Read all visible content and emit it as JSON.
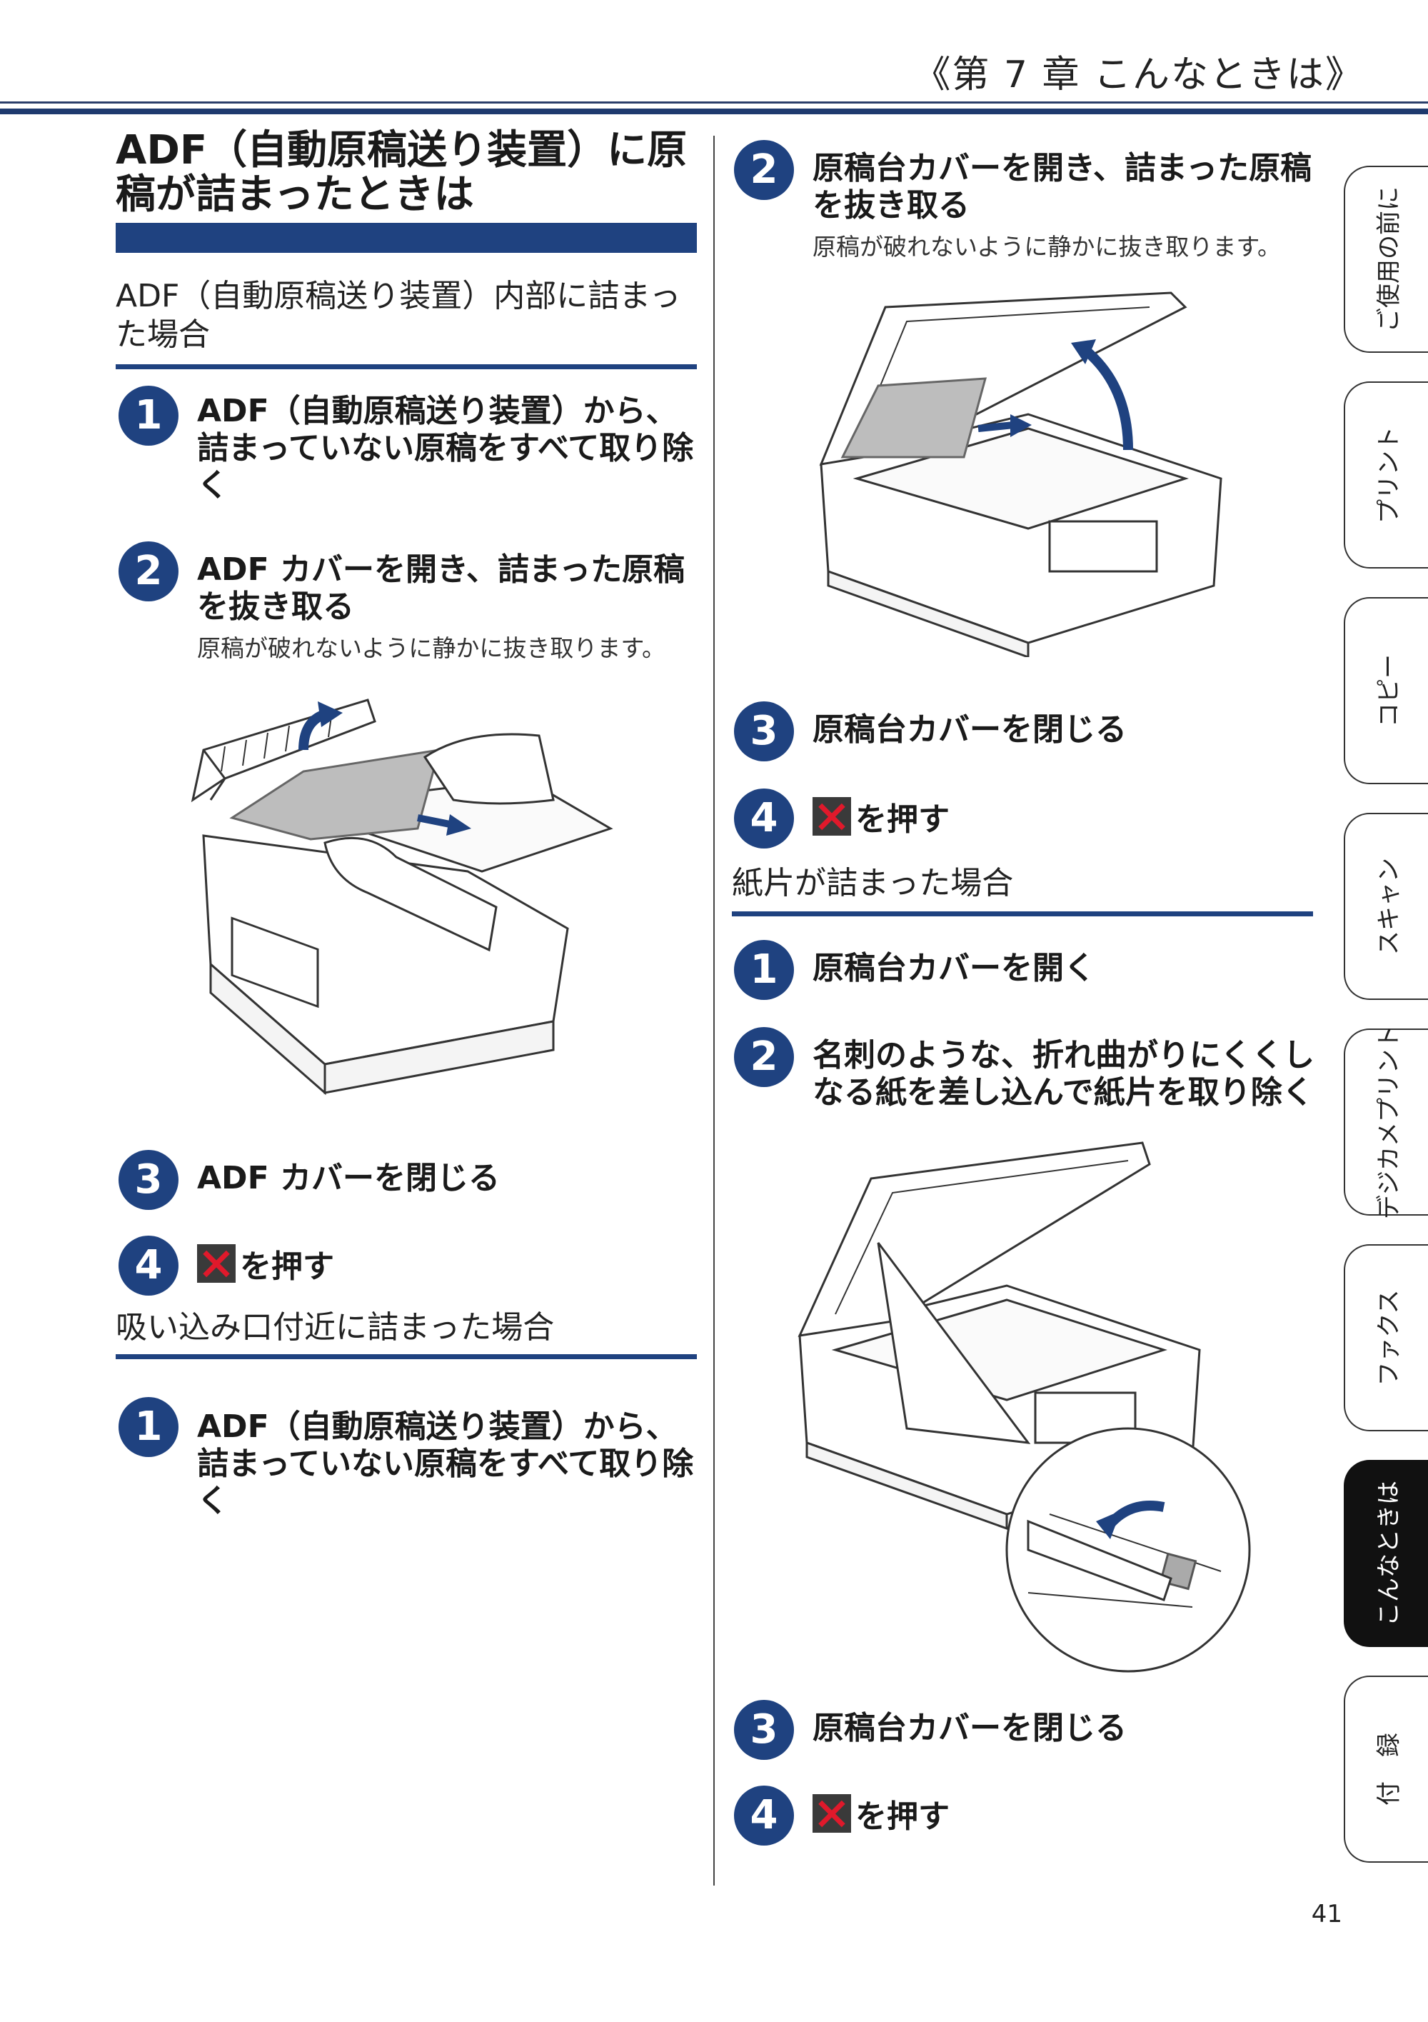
{
  "header": {
    "chapter": "《第 7 章 こんなときは》"
  },
  "left": {
    "title": "ADF（自動原稿送り装置）に原稿が詰まったときは",
    "sections": [
      {
        "heading": "ADF（自動原稿送り装置）内部に詰まった場合",
        "steps": [
          {
            "num": "1",
            "text": "ADF（自動原稿送り装置）から、詰まっていない原稿をすべて取り除く"
          },
          {
            "num": "2",
            "text": "ADF カバーを開き、詰まった原稿を抜き取る",
            "note": "原稿が破れないように静かに抜き取ります。"
          },
          {
            "num": "3",
            "text": "ADF カバーを閉じる"
          },
          {
            "num": "4",
            "text": "を押す",
            "icon": "stop-x-icon"
          }
        ]
      },
      {
        "heading": "吸い込み口付近に詰まった場合",
        "steps": [
          {
            "num": "1",
            "text": "ADF（自動原稿送り装置）から、詰まっていない原稿をすべて取り除く"
          }
        ]
      }
    ]
  },
  "right": {
    "steps_a": [
      {
        "num": "2",
        "text": "原稿台カバーを開き、詰まった原稿を抜き取る",
        "note": "原稿が破れないように静かに抜き取ります。"
      },
      {
        "num": "3",
        "text": "原稿台カバーを閉じる"
      },
      {
        "num": "4",
        "text": "を押す",
        "icon": "stop-x-icon"
      }
    ],
    "section": {
      "heading": "紙片が詰まった場合",
      "steps": [
        {
          "num": "1",
          "text": "原稿台カバーを開く"
        },
        {
          "num": "2",
          "text": "名刺のような、折れ曲がりにくくしなる紙を差し込んで紙片を取り除く"
        },
        {
          "num": "3",
          "text": "原稿台カバーを閉じる"
        },
        {
          "num": "4",
          "text": "を押す",
          "icon": "stop-x-icon"
        }
      ]
    }
  },
  "tabs": [
    {
      "label": "ご使用の前に",
      "active": false
    },
    {
      "label": "プリント",
      "active": false
    },
    {
      "label": "コピー",
      "active": false
    },
    {
      "label": "スキャン",
      "active": false
    },
    {
      "label": "デジカメプリント",
      "active": false
    },
    {
      "label": "ファクス",
      "active": false
    },
    {
      "label": "こんなときは",
      "active": true
    },
    {
      "label": "付　録",
      "active": false
    }
  ],
  "page_number": "41",
  "colors": {
    "accent": "#1f4280",
    "stop_red": "#e0192b",
    "active_tab": "#111111"
  }
}
